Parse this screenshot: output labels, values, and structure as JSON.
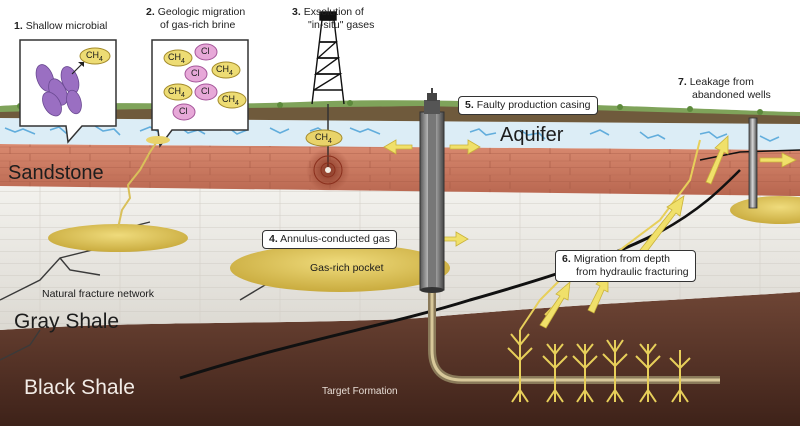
{
  "callouts": [
    {
      "num": "1.",
      "text": "Shallow microbial"
    },
    {
      "num": "2.",
      "text": "Geologic migration of gas-rich brine",
      "line1": "Geologic migration",
      "line2": "of gas-rich brine"
    },
    {
      "num": "3.",
      "text": "Exsolution of \"in-situ\" gases",
      "line1": "Exsolution of",
      "line2": "\"in-situ\" gases"
    },
    {
      "num": "4.",
      "text": "Annulus-conducted gas"
    },
    {
      "num": "5.",
      "text": "Faulty production casing"
    },
    {
      "num": "6.",
      "text": "Migration from depth from hydraulic fracturing",
      "line1": "Migration from depth",
      "line2": "from hydraulic fracturing"
    },
    {
      "num": "7.",
      "text": "Leakage from abandoned wells",
      "line1": "Leakage from",
      "line2": "abandoned wells"
    }
  ],
  "layers": {
    "aquifer": "Aquifer",
    "sandstone": "Sandstone",
    "gray_shale": "Gray Shale",
    "black_shale": "Black Shale"
  },
  "labels": {
    "natural_fracture": "Natural fracture network",
    "gas_pocket": "Gas-rich pocket",
    "target_formation": "Target Formation"
  },
  "molecules": {
    "ch4": "CH",
    "cl": "Cl",
    "subscript": "4"
  },
  "colors": {
    "topsoil": "#6b8c4a",
    "aquifer": "#d9ecf5",
    "sandstone": "#c97a62",
    "gray_shale": "#e9e7e2",
    "black_shale": "#5b3428",
    "gas": "#d9c05a",
    "arrow": "#e9d84a"
  }
}
